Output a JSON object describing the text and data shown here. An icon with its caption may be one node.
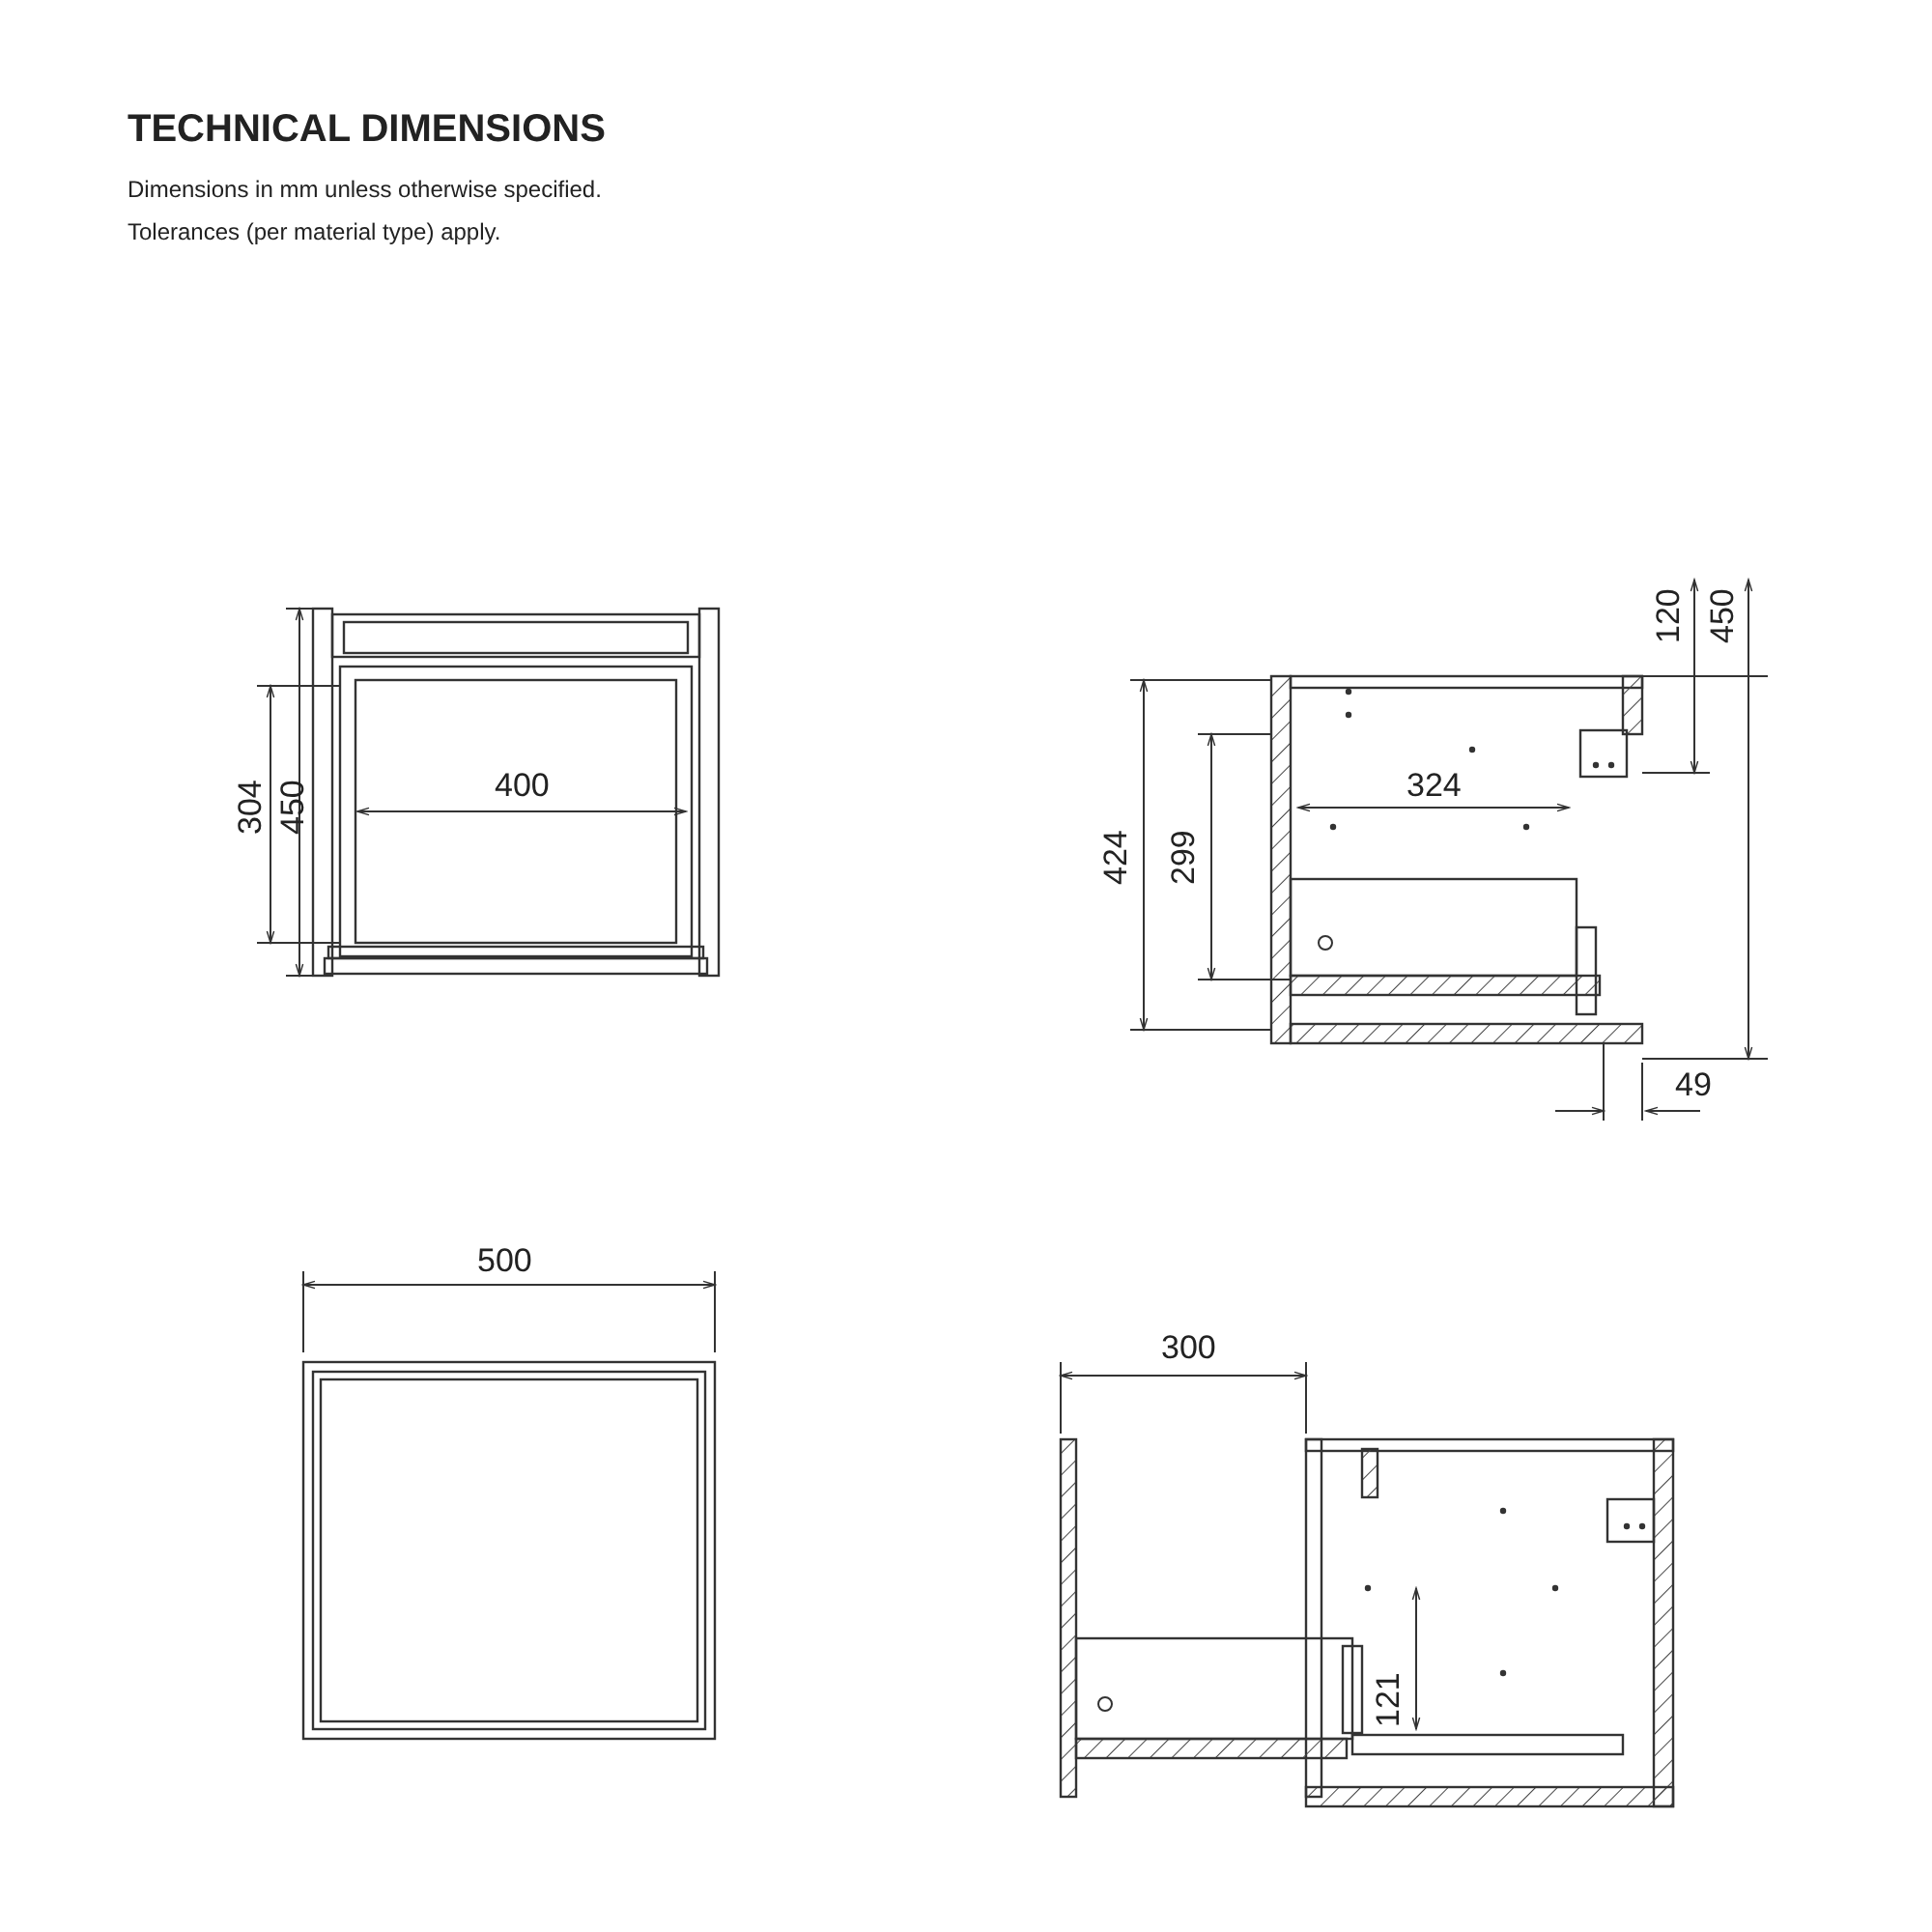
{
  "diagram": {
    "title": "TECHNICAL DIMENSIONS",
    "labels": [
      "Dimensions in mm unless otherwise specified.",
      "Tolerances (per material type) apply.",
      "120",
      "450",
      "304",
      "450",
      "400",
      "424",
      "299",
      "324",
      "49",
      "500",
      "300",
      "121"
    ]
  }
}
